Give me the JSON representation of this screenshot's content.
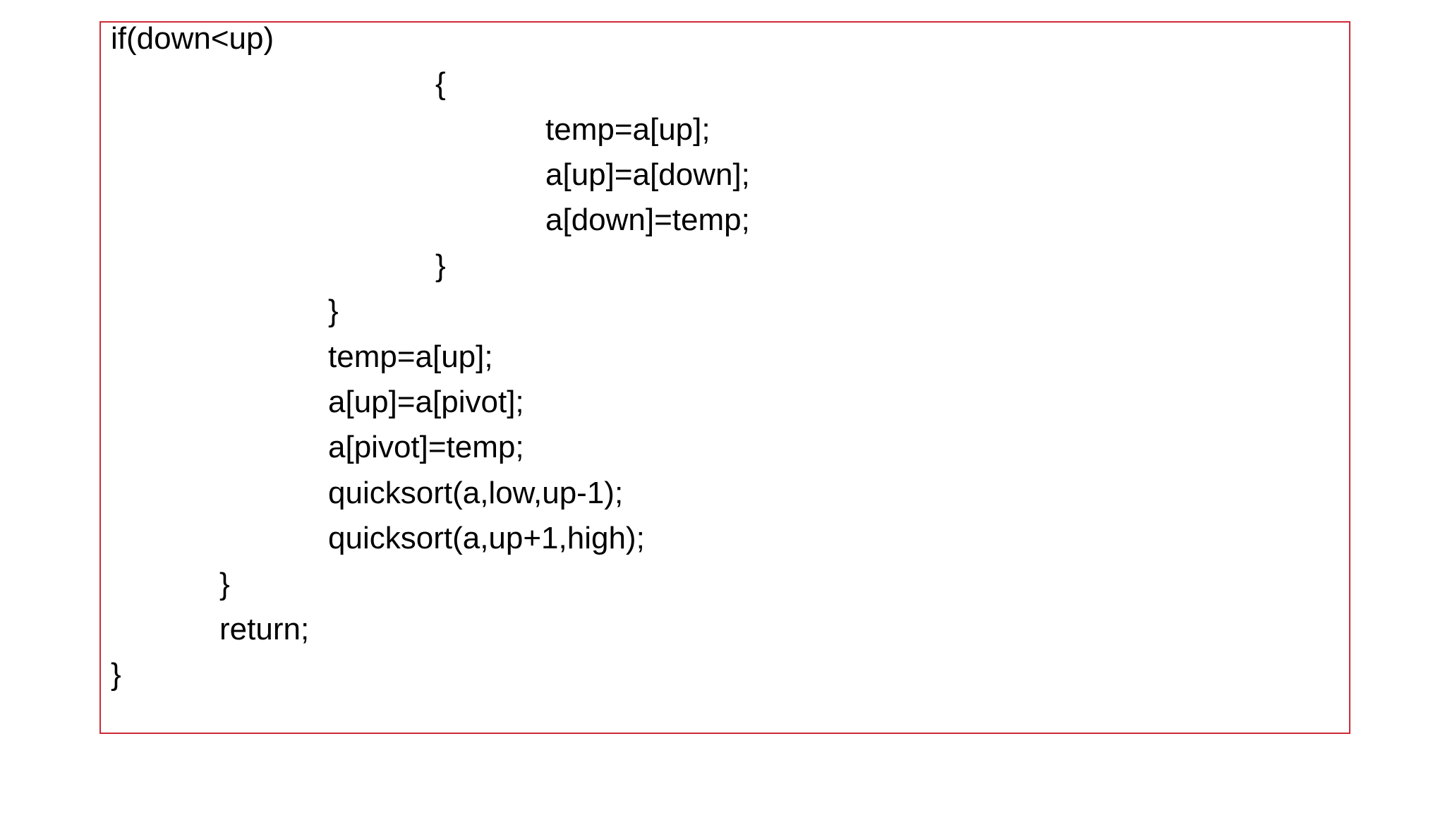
{
  "code_box": {
    "border_color": "#cc2a36",
    "lines": [
      "if(down<up)",
      "{",
      "temp=a[up];",
      "a[up]=a[down];",
      "a[down]=temp;",
      "}",
      "}",
      "temp=a[up];",
      "a[up]=a[pivot];",
      "a[pivot]=temp;",
      "quicksort(a,low,up-1);",
      "quicksort(a,up+1,high);",
      "}",
      "return;",
      "}"
    ]
  }
}
